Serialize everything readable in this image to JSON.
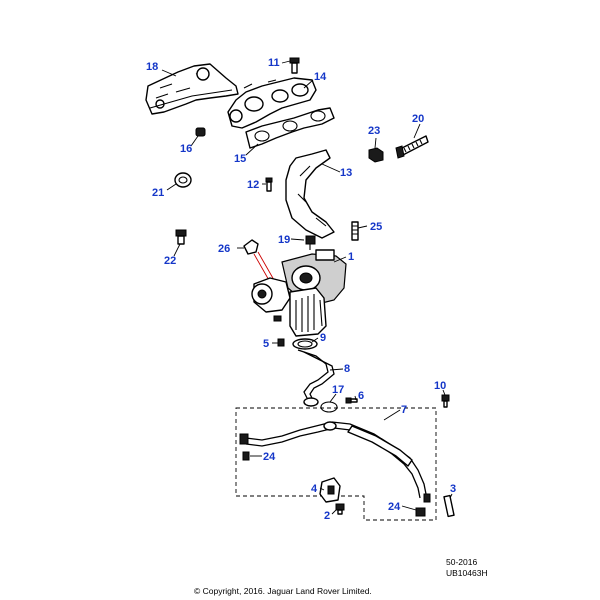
{
  "callouts": {
    "c1": "1",
    "c2": "2",
    "c3": "3",
    "c4": "4",
    "c5": "5",
    "c6": "6",
    "c7": "7",
    "c8": "8",
    "c9": "9",
    "c10": "10",
    "c11": "11",
    "c12": "12",
    "c13": "13",
    "c14": "14",
    "c15": "15",
    "c16": "16",
    "c17": "17",
    "c18": "18",
    "c19": "19",
    "c20": "20",
    "c21": "21",
    "c22": "22",
    "c23": "23",
    "c24a": "24",
    "c24b": "24",
    "c25": "25",
    "c26": "26"
  },
  "colors": {
    "callout": "#1436c8",
    "line": "#000000",
    "highlight": "#cc0000"
  },
  "footer": {
    "date_code": "50-2016",
    "illustration_id": "UB10463H",
    "copyright": "© Copyright, 2016. Jaguar Land Rover Limited."
  }
}
